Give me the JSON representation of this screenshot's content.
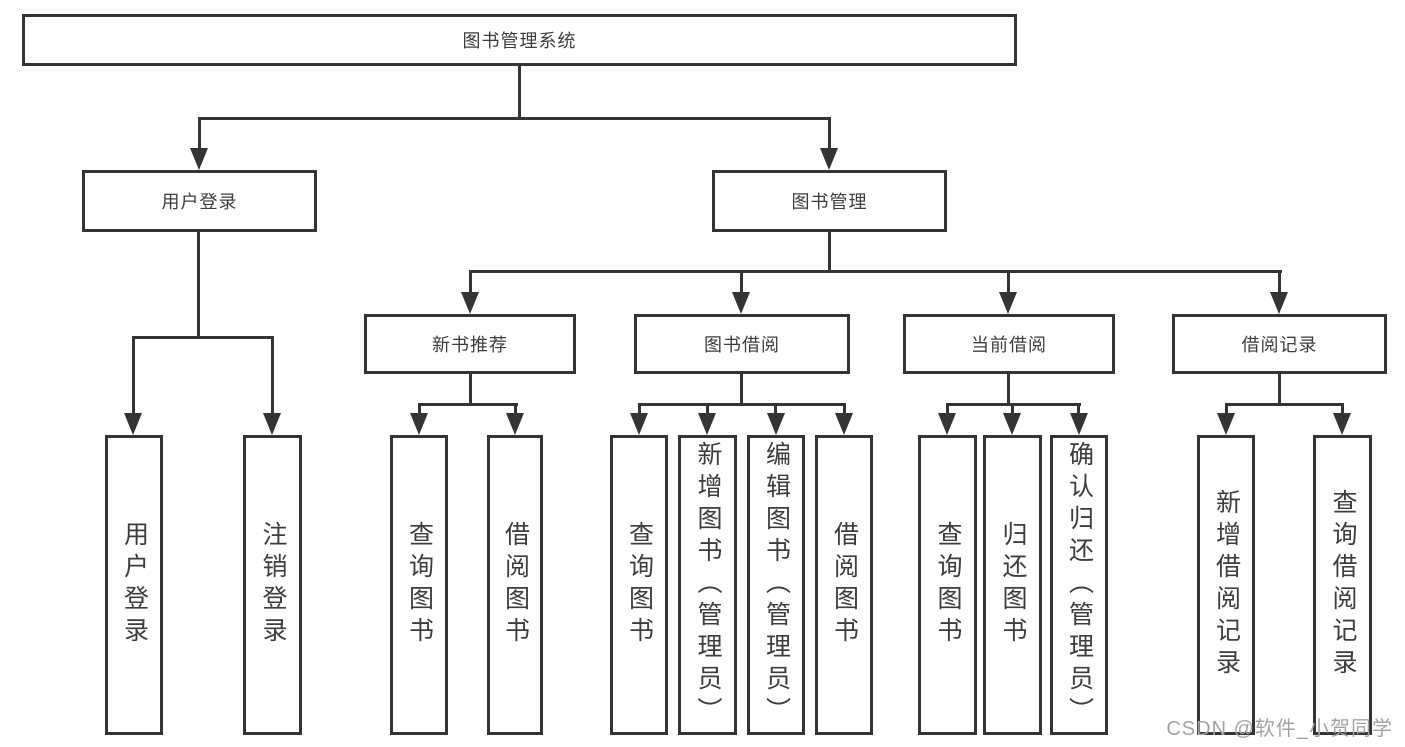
{
  "colors": {
    "line": "#343434",
    "text": "#3d3d3d",
    "watermark": "#a3a3a3",
    "background": "#ffffff"
  },
  "watermark": "CSDN @软件_小贺同学",
  "tree": {
    "label": "图书管理系统",
    "children": [
      {
        "label": "用户登录",
        "children": [
          {
            "label": "用户登录"
          },
          {
            "label": "注销登录"
          }
        ]
      },
      {
        "label": "图书管理",
        "children": [
          {
            "label": "新书推荐",
            "children": [
              {
                "label": "查询图书"
              },
              {
                "label": "借阅图书"
              }
            ]
          },
          {
            "label": "图书借阅",
            "children": [
              {
                "label": "查询图书"
              },
              {
                "label": "新增图书（管理员）"
              },
              {
                "label": "编辑图书（管理员）"
              },
              {
                "label": "借阅图书"
              }
            ]
          },
          {
            "label": "当前借阅",
            "children": [
              {
                "label": "查询图书"
              },
              {
                "label": "归还图书"
              },
              {
                "label": "确认归还（管理员）"
              }
            ]
          },
          {
            "label": "借阅记录",
            "children": [
              {
                "label": "新增借阅记录"
              },
              {
                "label": "查询借阅记录"
              }
            ]
          }
        ]
      }
    ]
  }
}
